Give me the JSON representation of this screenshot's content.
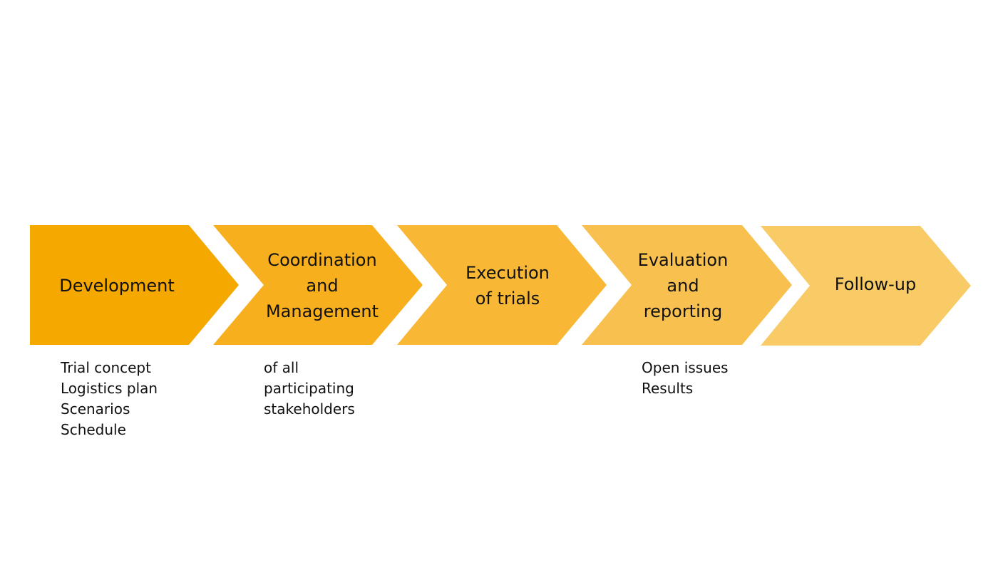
{
  "steps": [
    {
      "title_lines": [
        "Development"
      ],
      "notes": [
        "Trial concept",
        "Logistics plan",
        "Scenarios",
        "Schedule"
      ],
      "color": "#F5A800"
    },
    {
      "title_lines": [
        "Coordination",
        "and",
        "Management"
      ],
      "notes": [
        "of all",
        "participating",
        "stakeholders"
      ],
      "color": "#F7AF1E"
    },
    {
      "title_lines": [
        "Execution",
        "of trials"
      ],
      "notes": [],
      "color": "#F8B836"
    },
    {
      "title_lines": [
        "Evaluation",
        "and",
        "reporting"
      ],
      "notes": [
        "Open issues",
        "Results"
      ],
      "color": "#F8C14F"
    },
    {
      "title_lines": [
        "Follow-up"
      ],
      "notes": [],
      "color": "#F8CB67"
    }
  ]
}
